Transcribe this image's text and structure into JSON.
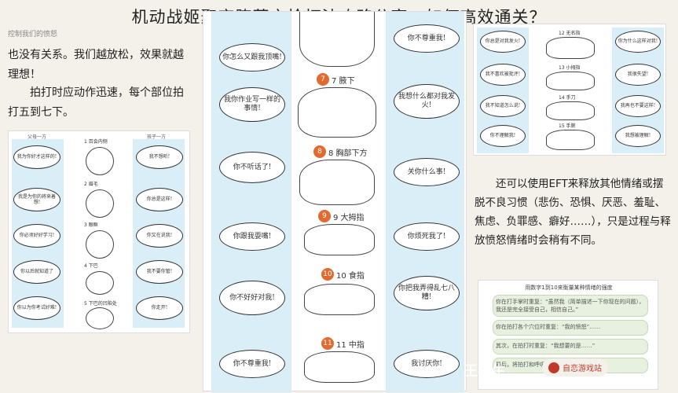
{
  "title": "机动战姬聚变堕落之枪打法攻略分享：如何高效通关？",
  "left": {
    "caption": "控制我们的愤怒",
    "para1": "也没有关系。我们越放松，效果就越理想！",
    "para2": "拍打时应动作迅速，每个部位拍打五到七下。",
    "col_left": "父母一方",
    "col_right": "孩子一方",
    "steps": [
      "1 百会内侧",
      "2 眉毛",
      "3 眼眶",
      "4 下巴",
      "5 下巴的凹陷处"
    ],
    "bubbles_left": [
      "我为你好才这样的!",
      "我是为你的将来着想!",
      "你必须好好学习!",
      "你以后就知道了",
      "你以为你考试好难!"
    ],
    "bubbles_right": [
      "我不想听!",
      "你总是这样!",
      "你又在说我!",
      "我不要你管!",
      "你走开!"
    ]
  },
  "middle": {
    "steps": [
      "7 腋下",
      "8 胸部下方",
      "9 大拇指",
      "10 食指",
      "11 中指"
    ],
    "bubbles_left": [
      "你怎么又跟我顶嘴!",
      "我你作业写一样的事情!",
      "你不听话了!",
      "你跟我耍嘴!",
      "你不好好对我!",
      "你不尊重我!"
    ],
    "bubbles_right": [
      "你不尊重我!",
      "我想什么都对我发火!",
      "关你什么事!",
      "你烦死我了!",
      "你把我弄得乱七八糟!",
      "我讨厌你!"
    ]
  },
  "right": {
    "steps": [
      "12 无名指",
      "13 小拇指",
      "14 手刀",
      "15 手腕"
    ],
    "bubbles_left": [
      "你总是对我发火!",
      "我不喜欢被批评!",
      "我不知道怎么说!",
      "你不理解我!"
    ],
    "bubbles_right": [
      "你为什么这样对我!",
      "我很失望!",
      "我再也不要这样!",
      "我想被理解!"
    ],
    "para": "还可以使用EFT来释放其他情绪或摆脱不良习惯（悲伤、恐惧、厌恶、羞耻、焦虑、负罪感、癖好……），只是过程与释放愤怒情绪时会稍有不同。",
    "panel_caption": "用数字1到10来衡量某种情绪的强度",
    "green_rows": [
      "你在打手掌时重复：“虽然我（简单描述一下你现在的问题），我还是完全接受自己，相信自己。”",
      "你在拍打各个穴位时重复：“我的愤怒”……",
      "其次，在拍打时重复：“我想要的是……”",
      "最后，将拍打和呼吸结合起来。"
    ]
  },
  "watermark": {
    "left_text": "王者生",
    "badge": "自恋游戏站"
  },
  "colors": {
    "accent": "#e36a2e",
    "panel_blue": "#d9eef7",
    "green_box": "#e8f1df"
  }
}
